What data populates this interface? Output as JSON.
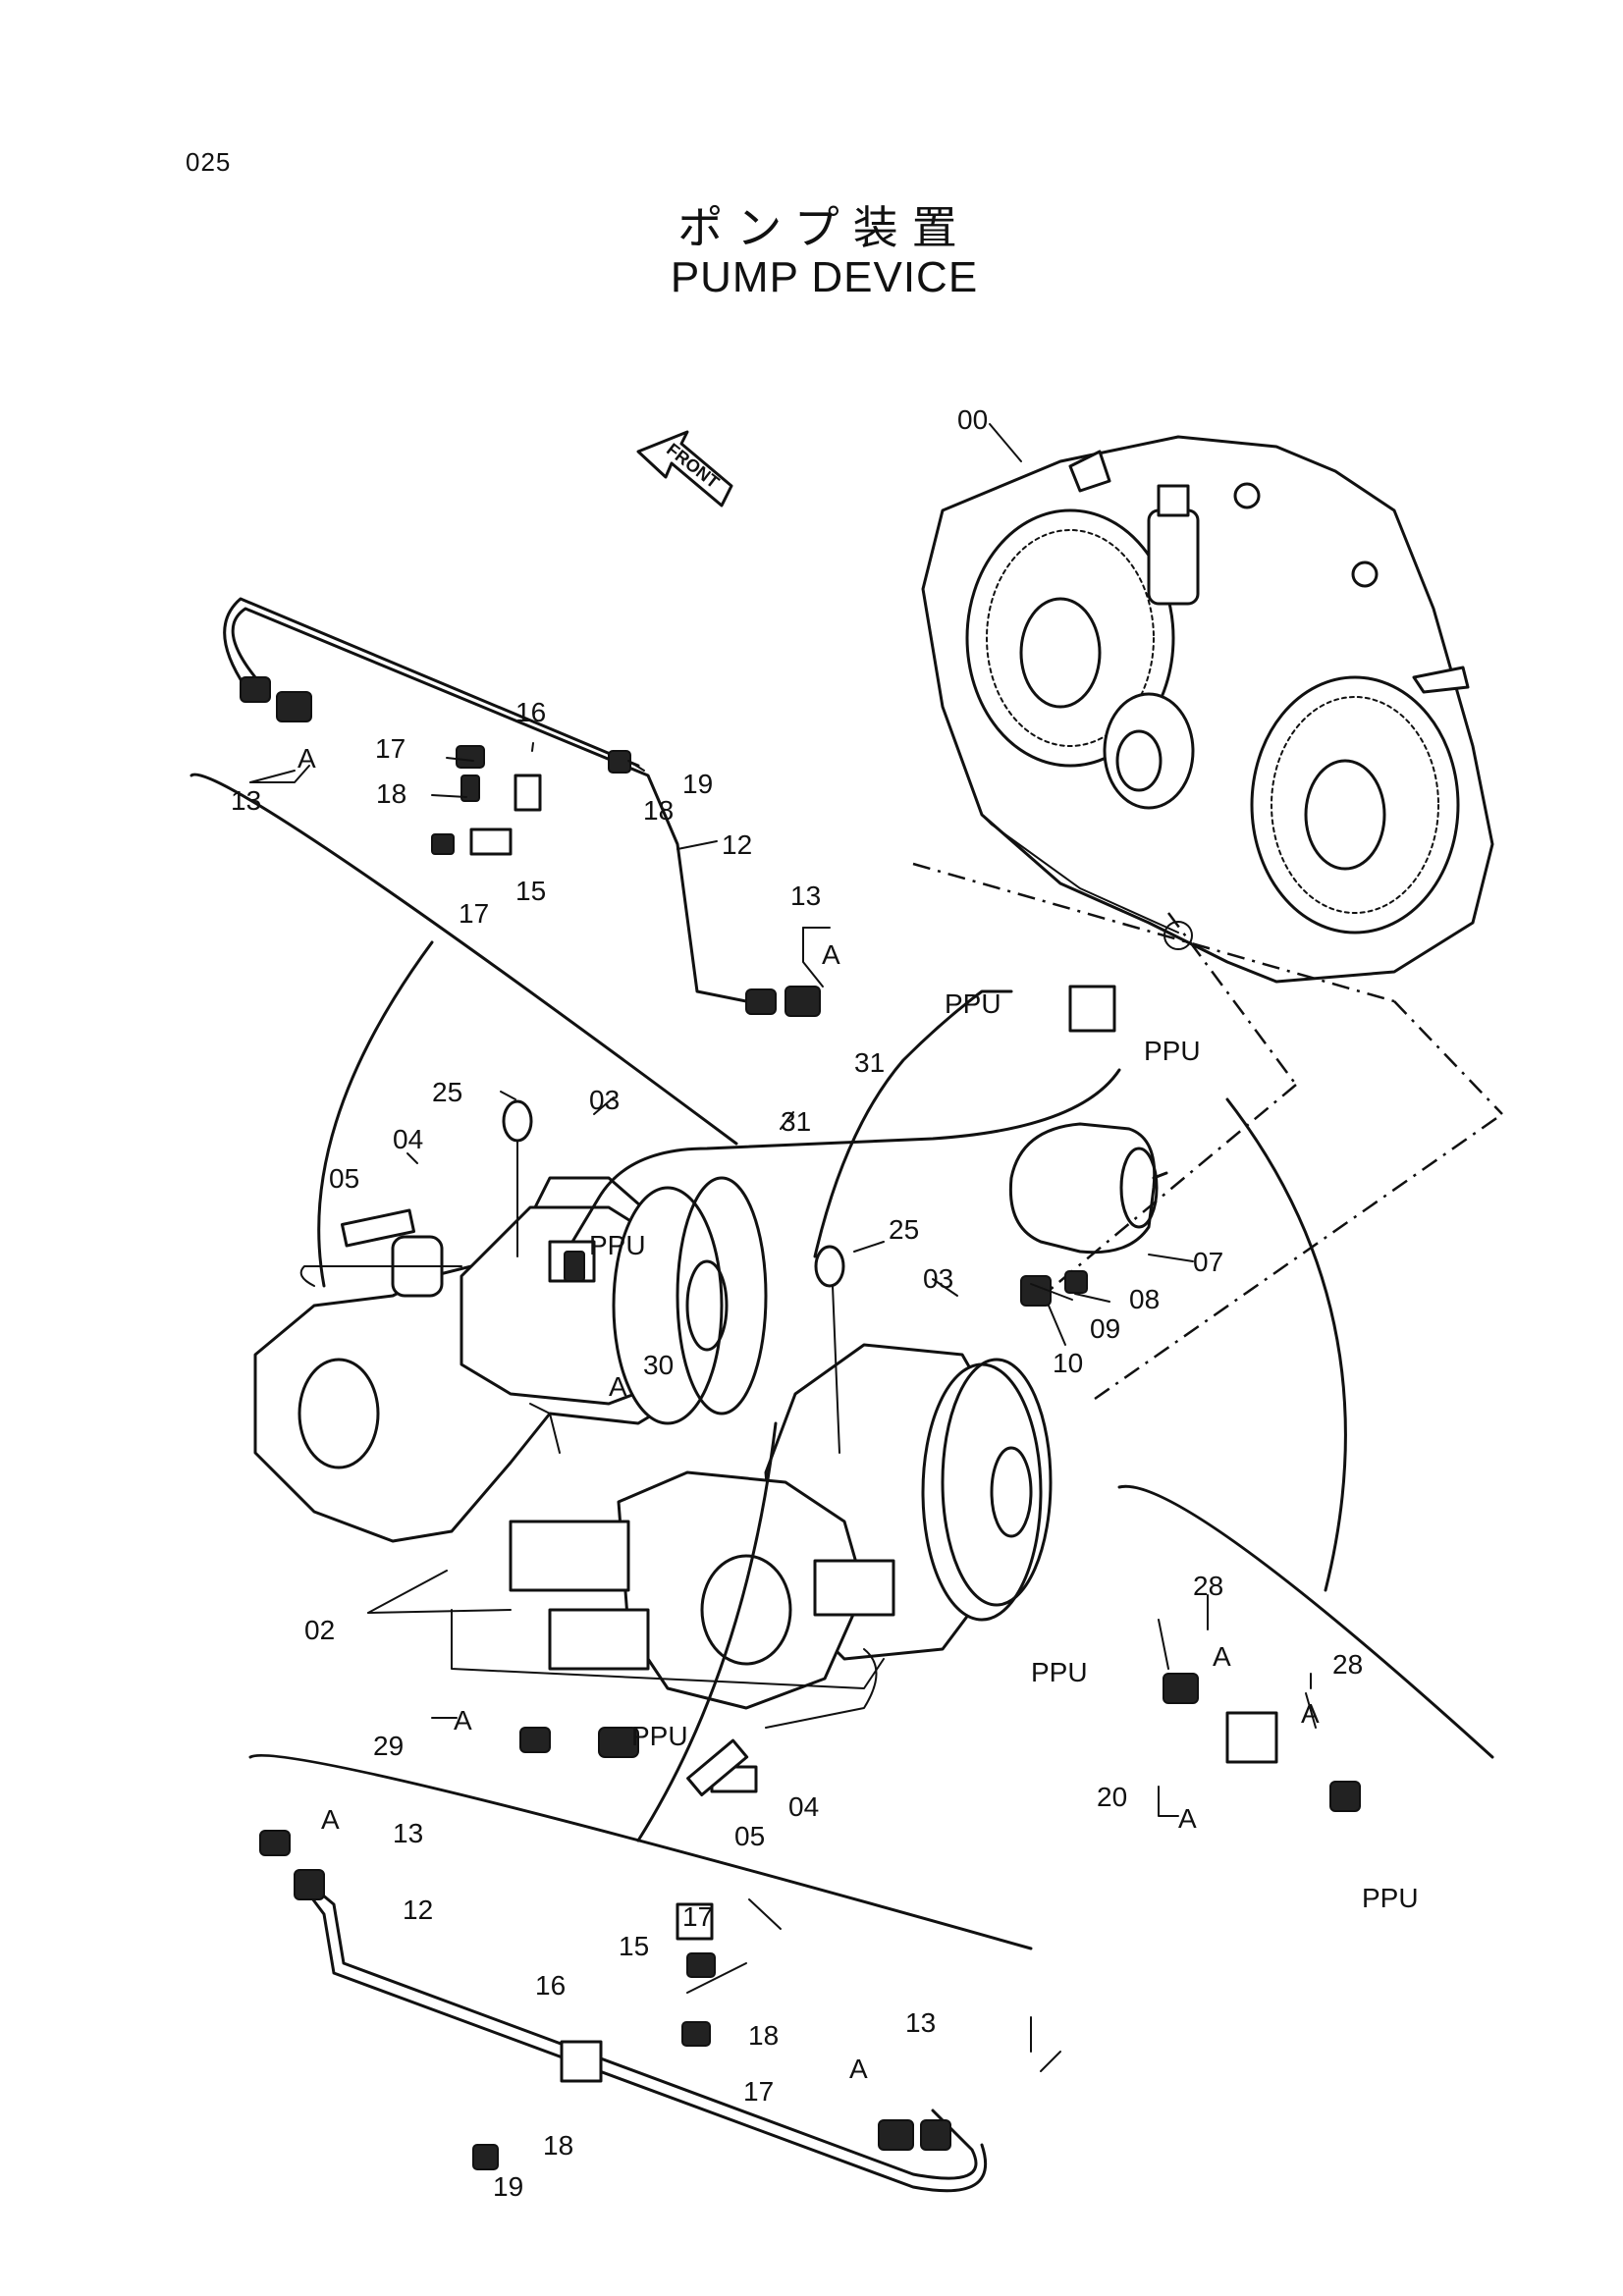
{
  "page_number": "025",
  "title_jp": "ポンプ装置",
  "title_en": "PUMP DEVICE",
  "front_label": "FRONT",
  "callouts": {
    "c00": "00",
    "c02": "02",
    "c03a": "03",
    "c03b": "03",
    "c04a": "04",
    "c04b": "04",
    "c05a": "05",
    "c05b": "05",
    "c07": "07",
    "c08": "08",
    "c09": "09",
    "c10": "10",
    "c12a": "12",
    "c12b": "12",
    "c13a": "13",
    "c13b": "13",
    "c13c": "13",
    "c13d": "13",
    "c15a": "15",
    "c15b": "15",
    "c16a": "16",
    "c16b": "16",
    "c17a": "17",
    "c17b": "17",
    "c17c": "17",
    "c17d": "17",
    "c18a": "18",
    "c18b": "18",
    "c18c": "18",
    "c18d": "18",
    "c19a": "19",
    "c19b": "19",
    "c20": "20",
    "c25a": "25",
    "c25b": "25",
    "c28a": "28",
    "c28b": "28",
    "c29": "29",
    "c30": "30",
    "c31a": "31",
    "c31b": "31"
  },
  "sub_labels": {
    "A1": "A",
    "A2": "A",
    "A3": "A",
    "A4": "A",
    "A5": "A",
    "A6": "A",
    "A7": "A",
    "A8": "A",
    "A9": "A"
  },
  "ppu_labels": {
    "p1": "PPU",
    "p2": "PPU",
    "p3": "PPU",
    "p4": "PPU",
    "p5": "PPU",
    "p6": "PPU"
  }
}
